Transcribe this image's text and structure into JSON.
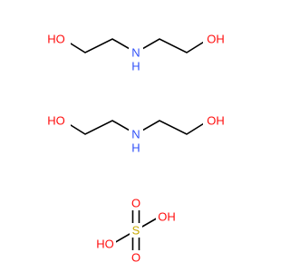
{
  "colors": {
    "bond": "#000000",
    "oxygen": "#ff0d0d",
    "nitrogen": "#3050f8",
    "sulfur": "#c8a800",
    "background": "#ffffff"
  },
  "molecules": [
    {
      "name": "diethanolamine",
      "atoms": [
        {
          "label": "HO",
          "element": "O"
        },
        {
          "label": "",
          "element": "C"
        },
        {
          "label": "",
          "element": "C"
        },
        {
          "label": "N",
          "element": "N"
        },
        {
          "label": "H",
          "element": "H"
        },
        {
          "label": "",
          "element": "C"
        },
        {
          "label": "",
          "element": "C"
        },
        {
          "label": "OH",
          "element": "O"
        }
      ]
    },
    {
      "name": "diethanolamine",
      "atoms": [
        {
          "label": "HO",
          "element": "O"
        },
        {
          "label": "",
          "element": "C"
        },
        {
          "label": "",
          "element": "C"
        },
        {
          "label": "N",
          "element": "N"
        },
        {
          "label": "H",
          "element": "H"
        },
        {
          "label": "",
          "element": "C"
        },
        {
          "label": "",
          "element": "C"
        },
        {
          "label": "OH",
          "element": "O"
        }
      ]
    },
    {
      "name": "sulfuric-acid",
      "atoms": [
        {
          "label": "S",
          "element": "S"
        },
        {
          "label": "O",
          "element": "O"
        },
        {
          "label": "O",
          "element": "O"
        },
        {
          "label": "OH",
          "element": "O"
        },
        {
          "label": "HO",
          "element": "O"
        }
      ]
    }
  ]
}
